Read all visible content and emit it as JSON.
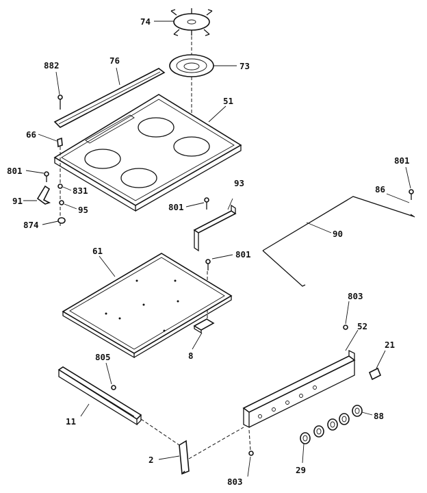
{
  "diagram": {
    "labels": {
      "p74": "74",
      "p73": "73",
      "p76": "76",
      "p882": "882",
      "p51": "51",
      "p66": "66",
      "p801a": "801",
      "p831": "831",
      "p91": "91",
      "p95": "95",
      "p874": "874",
      "p801b": "801",
      "p93": "93",
      "p801c": "801",
      "p61": "61",
      "p8": "8",
      "p801d": "801",
      "p86": "86",
      "p90": "90",
      "p803a": "803",
      "p52": "52",
      "p21": "21",
      "p805": "805",
      "p11": "11",
      "p88": "88",
      "p2": "2",
      "p29": "29",
      "p803b": "803"
    }
  }
}
